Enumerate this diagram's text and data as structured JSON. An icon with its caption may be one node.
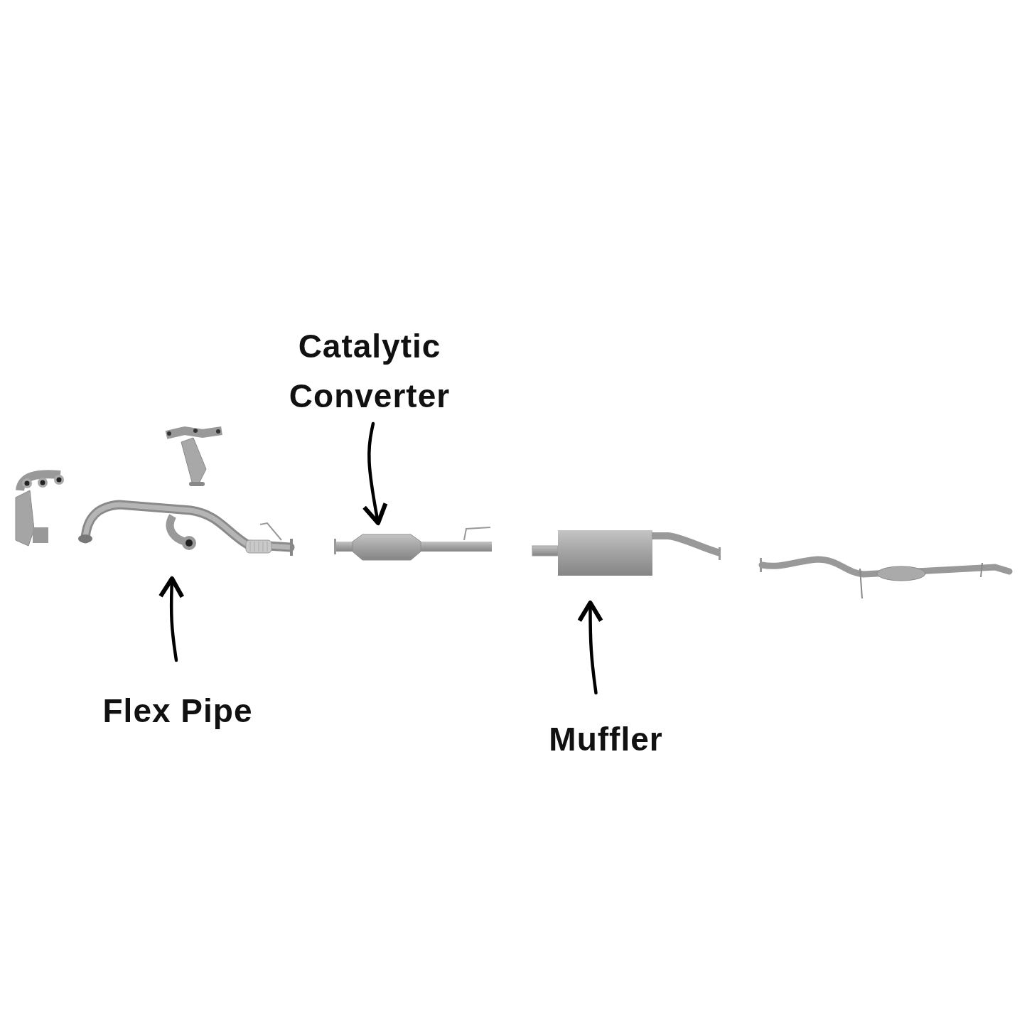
{
  "diagram": {
    "nodes": [
      {
        "text": [
          "Catalytic Converter"
        ]
      },
      {
        "text": [],
        "shape": "picture"
      },
      {
        "text": [],
        "shape": "picture"
      },
      {
        "text": [],
        "shape": "picture"
      },
      {
        "text": [
          "Flex Pipe"
        ]
      },
      {
        "text": [
          "Muffler"
        ]
      }
    ],
    "edges": [
      {
        "from": 0,
        "to": 2,
        "arrow": "to"
      },
      {
        "from": 4,
        "to": 1,
        "arrow": "to"
      },
      {
        "from": 5,
        "to": 3,
        "arrow": "to"
      }
    ]
  }
}
